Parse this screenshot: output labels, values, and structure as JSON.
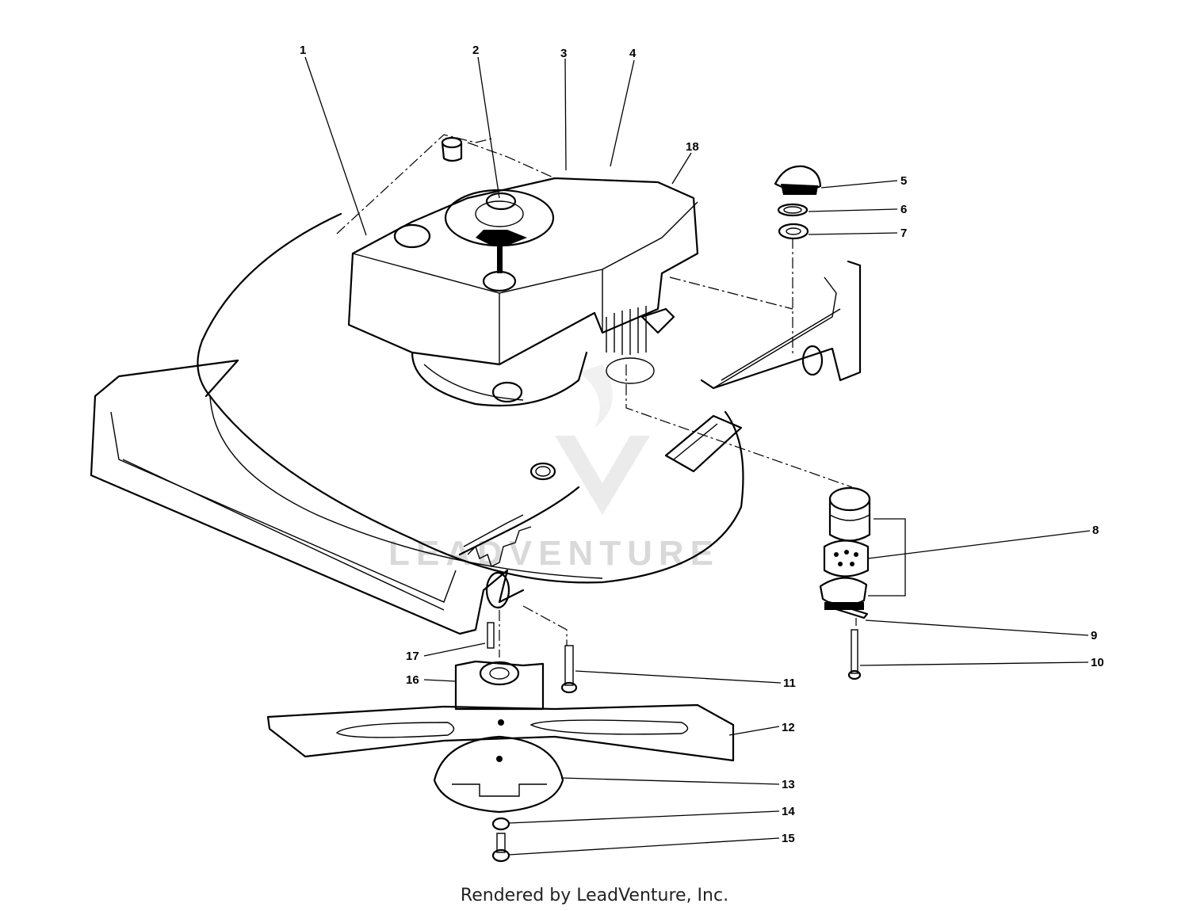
{
  "footer": {
    "text": "Rendered by LeadVenture, Inc."
  },
  "watermark": {
    "text": "LEADVENTURE",
    "color": "#d9d9d9"
  },
  "callouts": [
    "1",
    "2",
    "3",
    "4",
    "18",
    "5",
    "6",
    "7",
    "8",
    "9",
    "10",
    "11",
    "12",
    "13",
    "14",
    "15",
    "16",
    "17"
  ]
}
